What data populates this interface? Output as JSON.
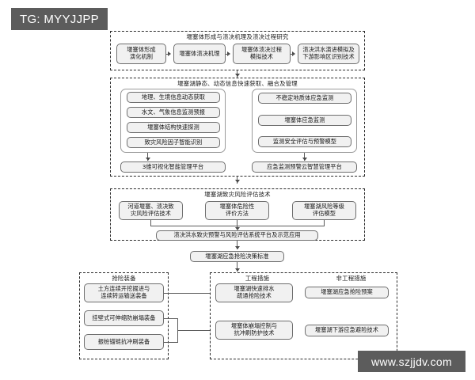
{
  "watermarks": {
    "top_badge": "TG: MYYJJPP",
    "bottom_badge": "www.szjjdv.com"
  },
  "diagram": {
    "sections": [
      {
        "id": "section-breach-mechanism",
        "title": "堰塞体形成与溃决机理及溃决过程研究",
        "nodes": [
          "堰塞体形成\n演化机制",
          "堰塞体溃决机理",
          "堰塞体溃决过程\n模拟技术",
          "溃决洪水演进模拟及\n下游影响区识别技术"
        ]
      },
      {
        "id": "section-information",
        "title": "堰塞湖静态、动态信息快速获取、融合及管理",
        "left_group": [
          "地理、生境信息动态获取",
          "水文、气象信息监测预报",
          "堰塞体结构快速探测",
          "致灾风险因子智能识别"
        ],
        "right_group": [
          "不稳定地质体应急监测",
          "堰塞体应急监测",
          "监测安全评估与预警模型"
        ],
        "left_platform": "3维可视化智能管理平台",
        "right_platform": "应急监测预警云智慧管理平台"
      },
      {
        "id": "section-risk-assessment",
        "title": "堰塞湖致灾风险评估技术",
        "nodes": [
          "河道堰塞、溃决致\n灾风险评估技术",
          "堰塞体危险性\n评价方法",
          "堰塞湖风险等级\n评估模型"
        ],
        "platform": "溃决洪水致灾预警与风险评估系统平台及示范应用"
      }
    ],
    "decision_standard": "堰塞湖应急抢险决策标准",
    "measures": {
      "equipment": {
        "title": "抢险装备",
        "nodes": [
          "土方连续开挖掘进与\n连续转运输送装备",
          "挂壁式可伸缩防崩塌装备",
          "振桩锚链抗冲刷装备"
        ]
      },
      "engineering": {
        "title": "工程措施",
        "nodes": [
          "堰塞湖快速排水\n疏通抢险技术",
          "堰塞体崩塌控制与\n抗冲刷防护技术"
        ]
      },
      "non_engineering": {
        "title": "非工程措施",
        "nodes": [
          "堰塞湖应急抢险预案",
          "堰塞湖下游应急避险技术"
        ]
      }
    }
  }
}
